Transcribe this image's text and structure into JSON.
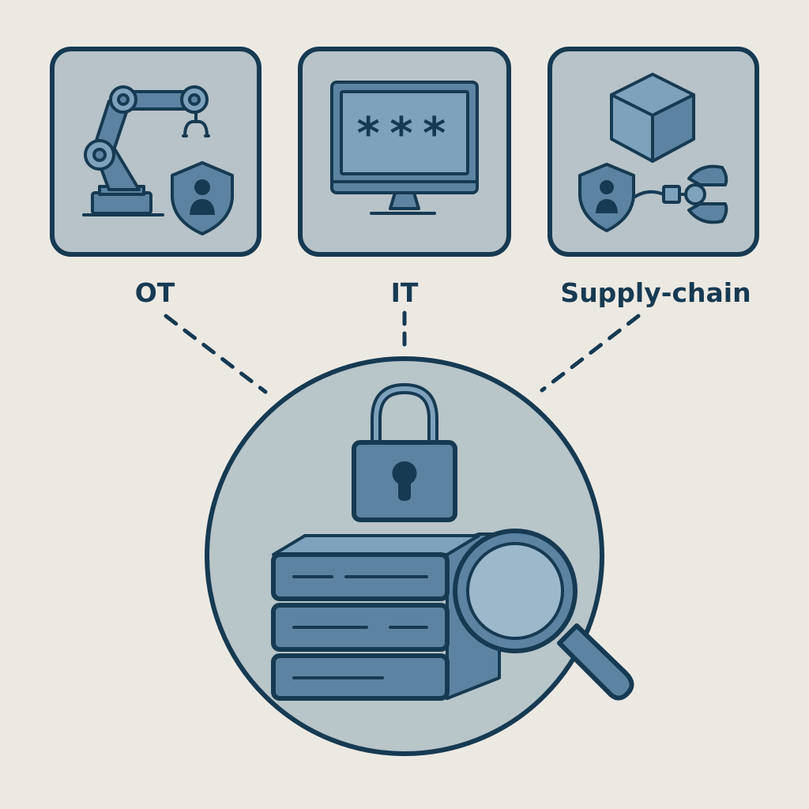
{
  "diagram": {
    "categories": [
      {
        "id": "ot",
        "label": "OT",
        "icon": "robot-arm-shield-icon"
      },
      {
        "id": "it",
        "label": "IT",
        "icon": "monitor-password-icon",
        "password_mask": "***"
      },
      {
        "id": "supply",
        "label": "Supply-chain",
        "icon": "package-shield-link-icon"
      }
    ],
    "hub": {
      "icons": [
        "padlock-icon",
        "server-stack-icon",
        "magnifier-icon"
      ]
    },
    "colors": {
      "background": "#ece9e3",
      "tile_fill": "#b7c3c8",
      "outline": "#163a52",
      "icon_fill": "#5c84a2",
      "icon_light": "#7fa2bc",
      "hub_fill": "#b8c5c9"
    }
  }
}
